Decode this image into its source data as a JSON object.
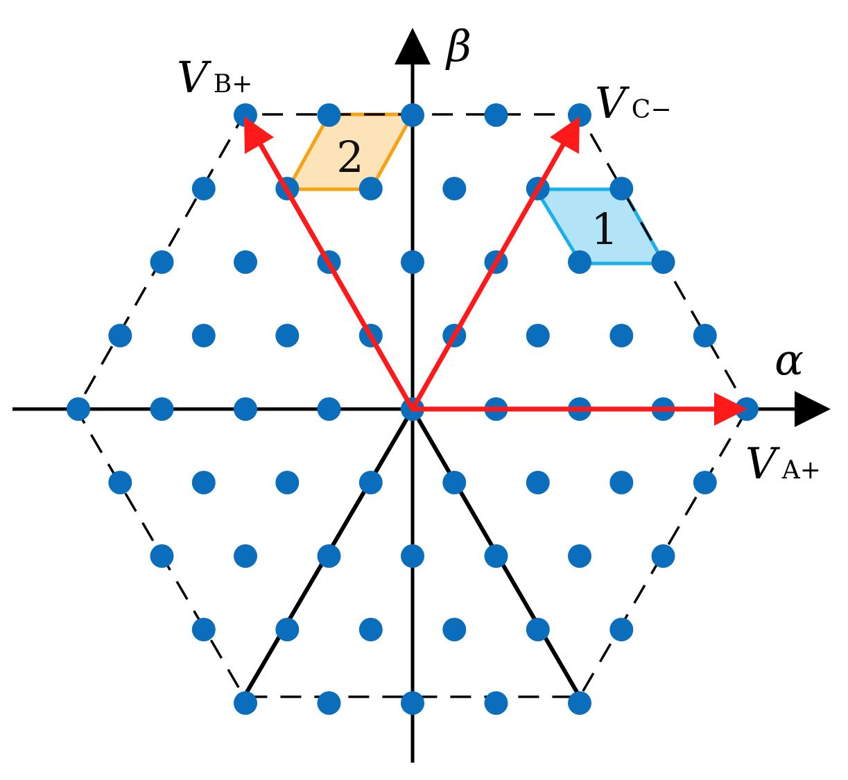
{
  "axes": {
    "alpha_label": "α",
    "beta_label": "β"
  },
  "vectors": [
    {
      "id": "a",
      "main": "V",
      "sub": "A+"
    },
    {
      "id": "b",
      "main": "V",
      "sub": "B+"
    },
    {
      "id": "c",
      "main": "V",
      "sub": "C−"
    }
  ],
  "regions": [
    {
      "label": "1"
    },
    {
      "label": "2"
    }
  ],
  "colors": {
    "dot": "#0a6ebd",
    "vector": "#ff1a1a",
    "region_1_fill": "#b3e3f6",
    "region_1_stroke": "#1ab0ea",
    "region_2_fill": "#fde3b8",
    "region_2_stroke": "#f5a213"
  },
  "lattice": {
    "level": 4
  }
}
